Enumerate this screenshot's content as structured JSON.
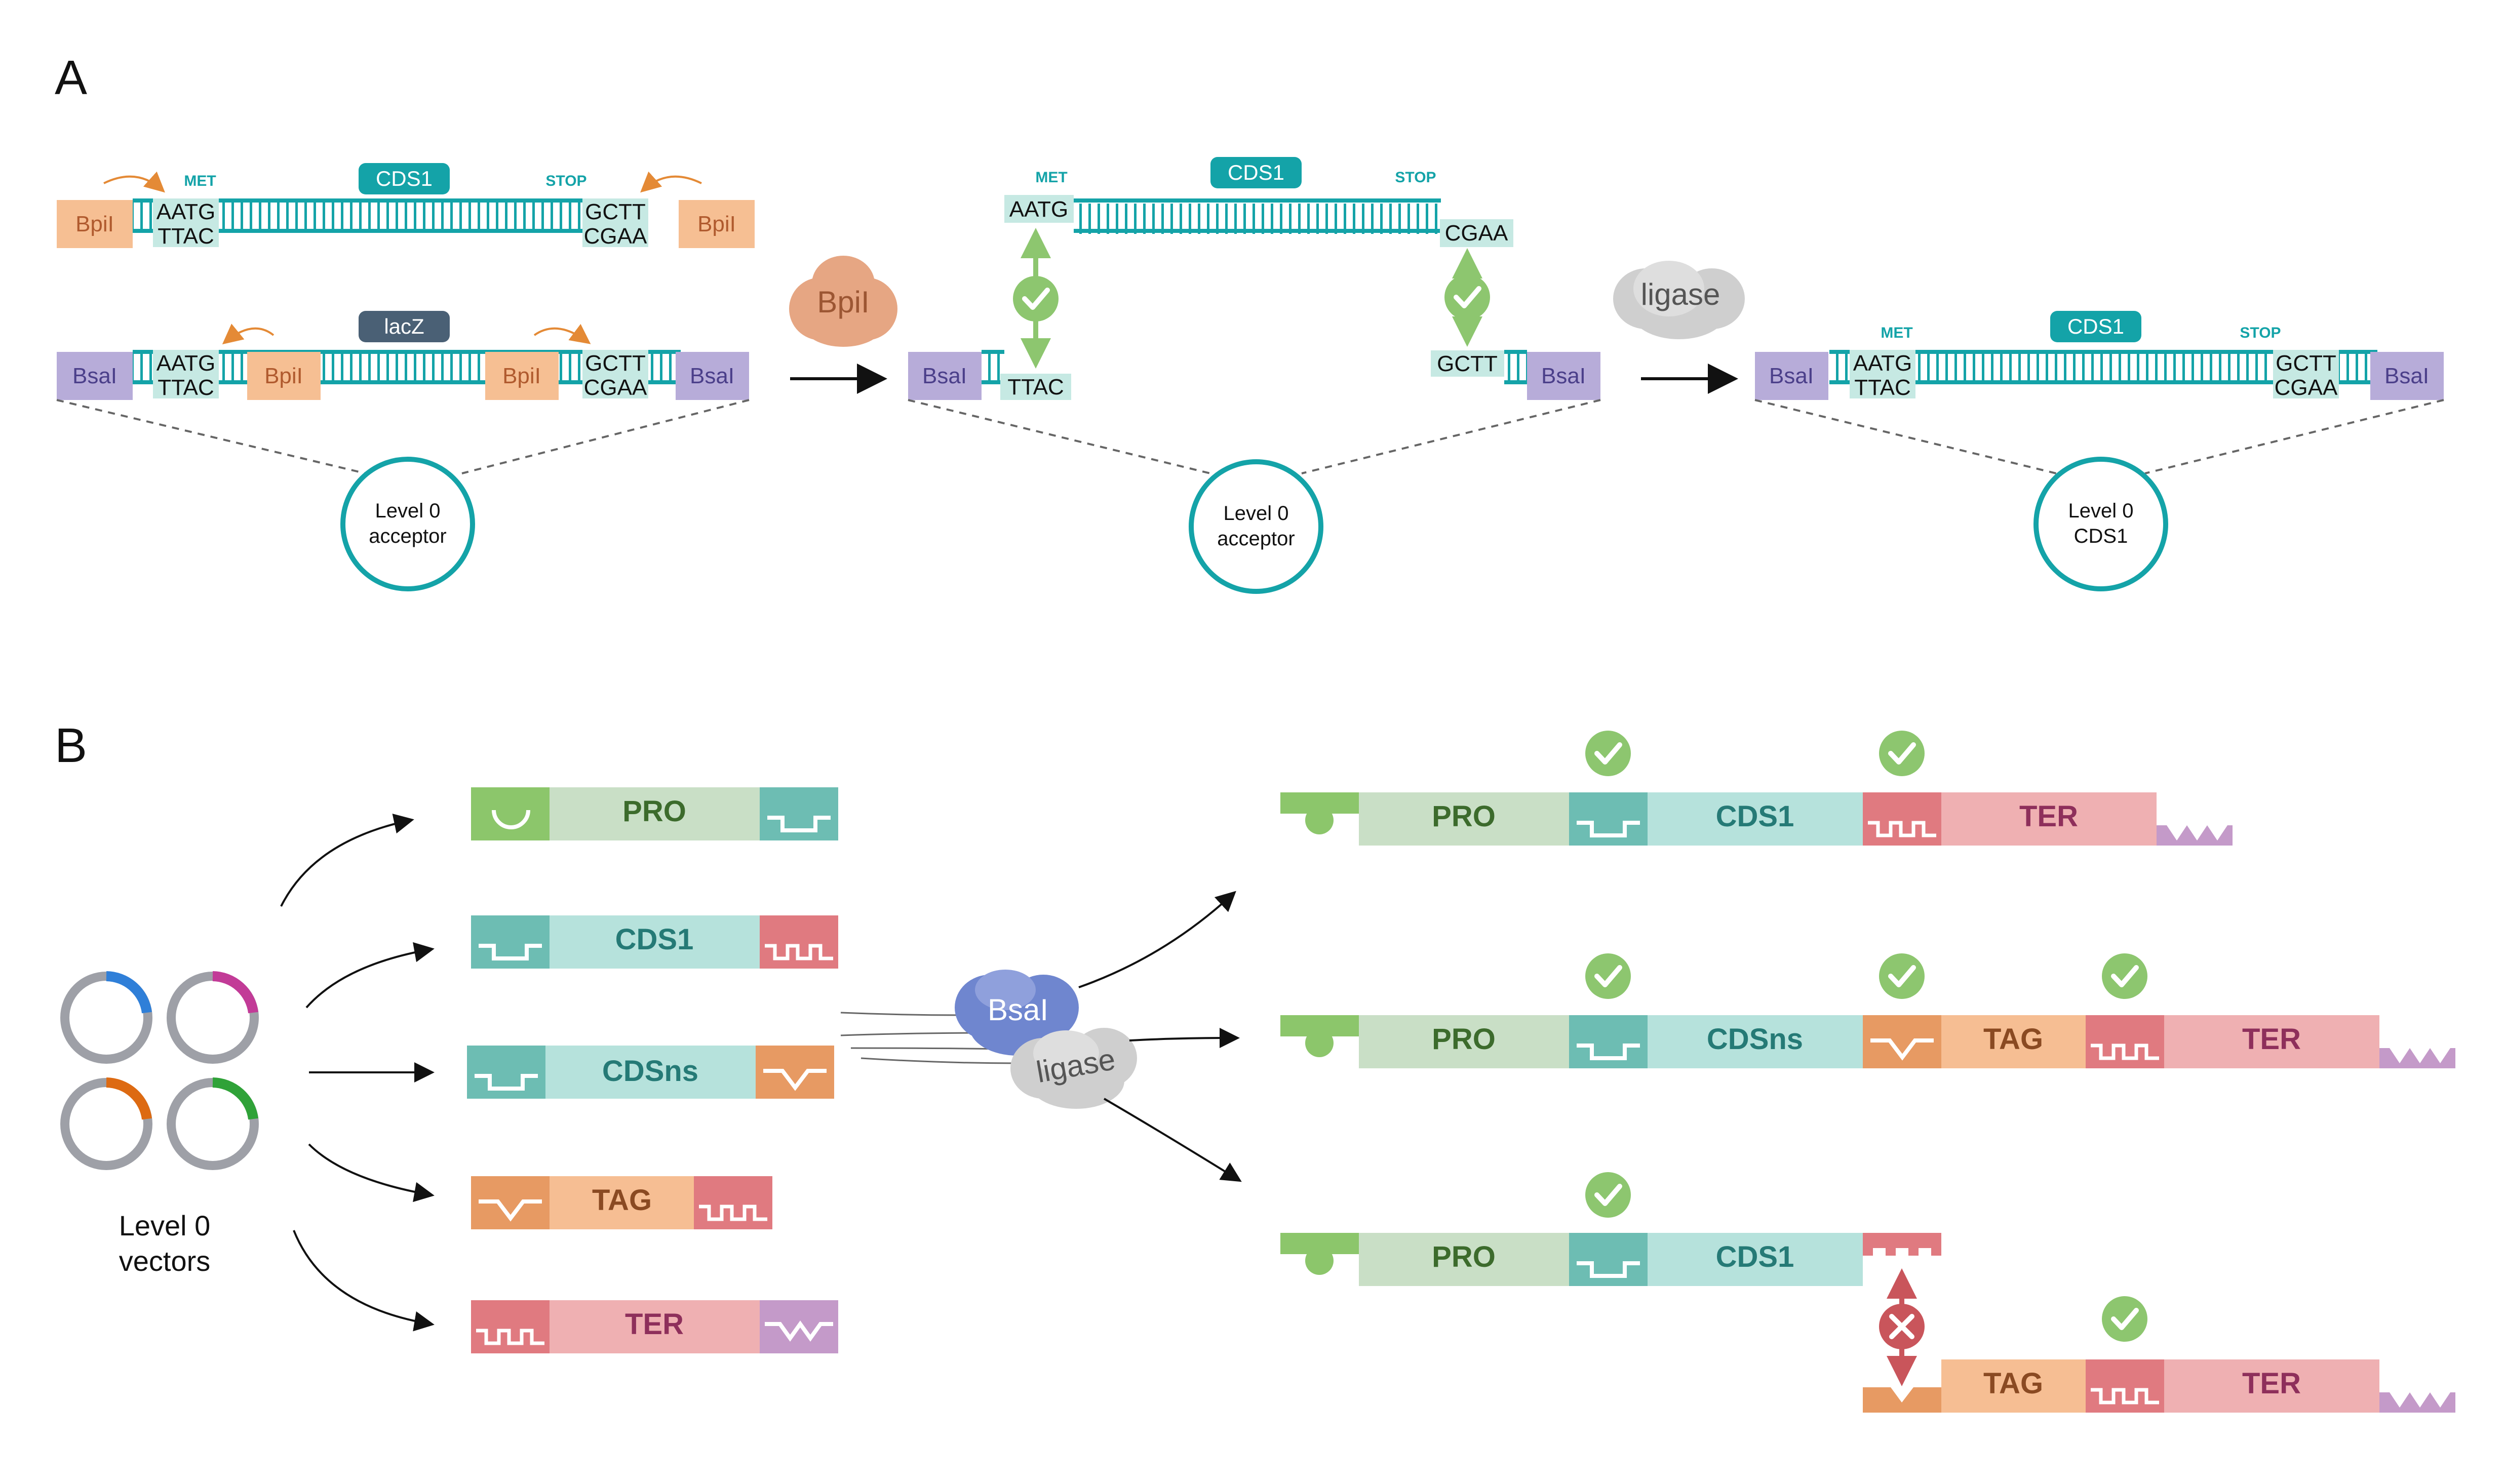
{
  "panel_a": {
    "label": "A",
    "row1": {
      "left_site": "BpiI",
      "right_site": "BpiI",
      "met": "MET",
      "stop": "STOP",
      "cds": "CDS1",
      "left_top": "AATG",
      "left_bottom": "TTAC",
      "right_top": "GCTT",
      "right_bottom": "CGAA"
    },
    "row2": {
      "left_site": "BsaI",
      "right_site": "BsaI",
      "inner_left": "BpiI",
      "inner_right": "BpiI",
      "insert": "lacZ",
      "left_top": "AATG",
      "left_bottom": "TTAC",
      "right_top": "GCTT",
      "right_bottom": "CGAA"
    },
    "circle1": [
      "Level 0",
      "acceptor"
    ],
    "enzyme1": "BpiI",
    "middle": {
      "met": "MET",
      "stop": "STOP",
      "cds": "CDS1",
      "top_left": "AATG",
      "top_right": "CGAA",
      "acc_left_site": "BsaI",
      "acc_left_seq": "TTAC",
      "acc_right_site": "BsaI",
      "acc_right_seq": "GCTT"
    },
    "circle2": [
      "Level 0",
      "acceptor"
    ],
    "enzyme2": "ligase",
    "result": {
      "met": "MET",
      "stop": "STOP",
      "cds": "CDS1",
      "left_site": "BsaI",
      "right_site": "BsaI",
      "left_top": "AATG",
      "left_bottom": "TTAC",
      "right_top": "GCTT",
      "right_bottom": "CGAA"
    },
    "circle3": [
      "Level 0",
      "CDS1"
    ]
  },
  "panel_b": {
    "label": "B",
    "vectors_label": [
      "Level 0",
      "vectors"
    ],
    "modules": [
      "PRO",
      "CDS1",
      "CDSns",
      "TAG",
      "TER"
    ],
    "enzymes": [
      "BsaI",
      "ligase"
    ],
    "assembly1": [
      "PRO",
      "CDS1",
      "TER"
    ],
    "assembly2": [
      "PRO",
      "CDSns",
      "TAG",
      "TER"
    ],
    "assembly3_top": [
      "PRO",
      "CDS1"
    ],
    "assembly3_bottom": [
      "TAG",
      "TER"
    ]
  },
  "colors": {
    "teal": "#14a3a8",
    "teal_light": "#b8e0dd",
    "seq_box": "#c6e9e3",
    "bpi": "#f6bf93",
    "bsa": "#b7acd9",
    "lacz": "#4a6075",
    "pro_green": "#8cc66b",
    "pro_light": "#c9dfc6",
    "cds_teal": "#6dbdb3",
    "cds_light": "#b6e2dc",
    "tag_orange": "#e79a63",
    "tag_light": "#f6be93",
    "ter_red": "#e07a80",
    "ter_light": "#efb0b2",
    "ter_purple": "#c49ac9",
    "check_green": "#8dc66f",
    "x_red": "#c9555b",
    "arrow_orange": "#e48a36"
  }
}
